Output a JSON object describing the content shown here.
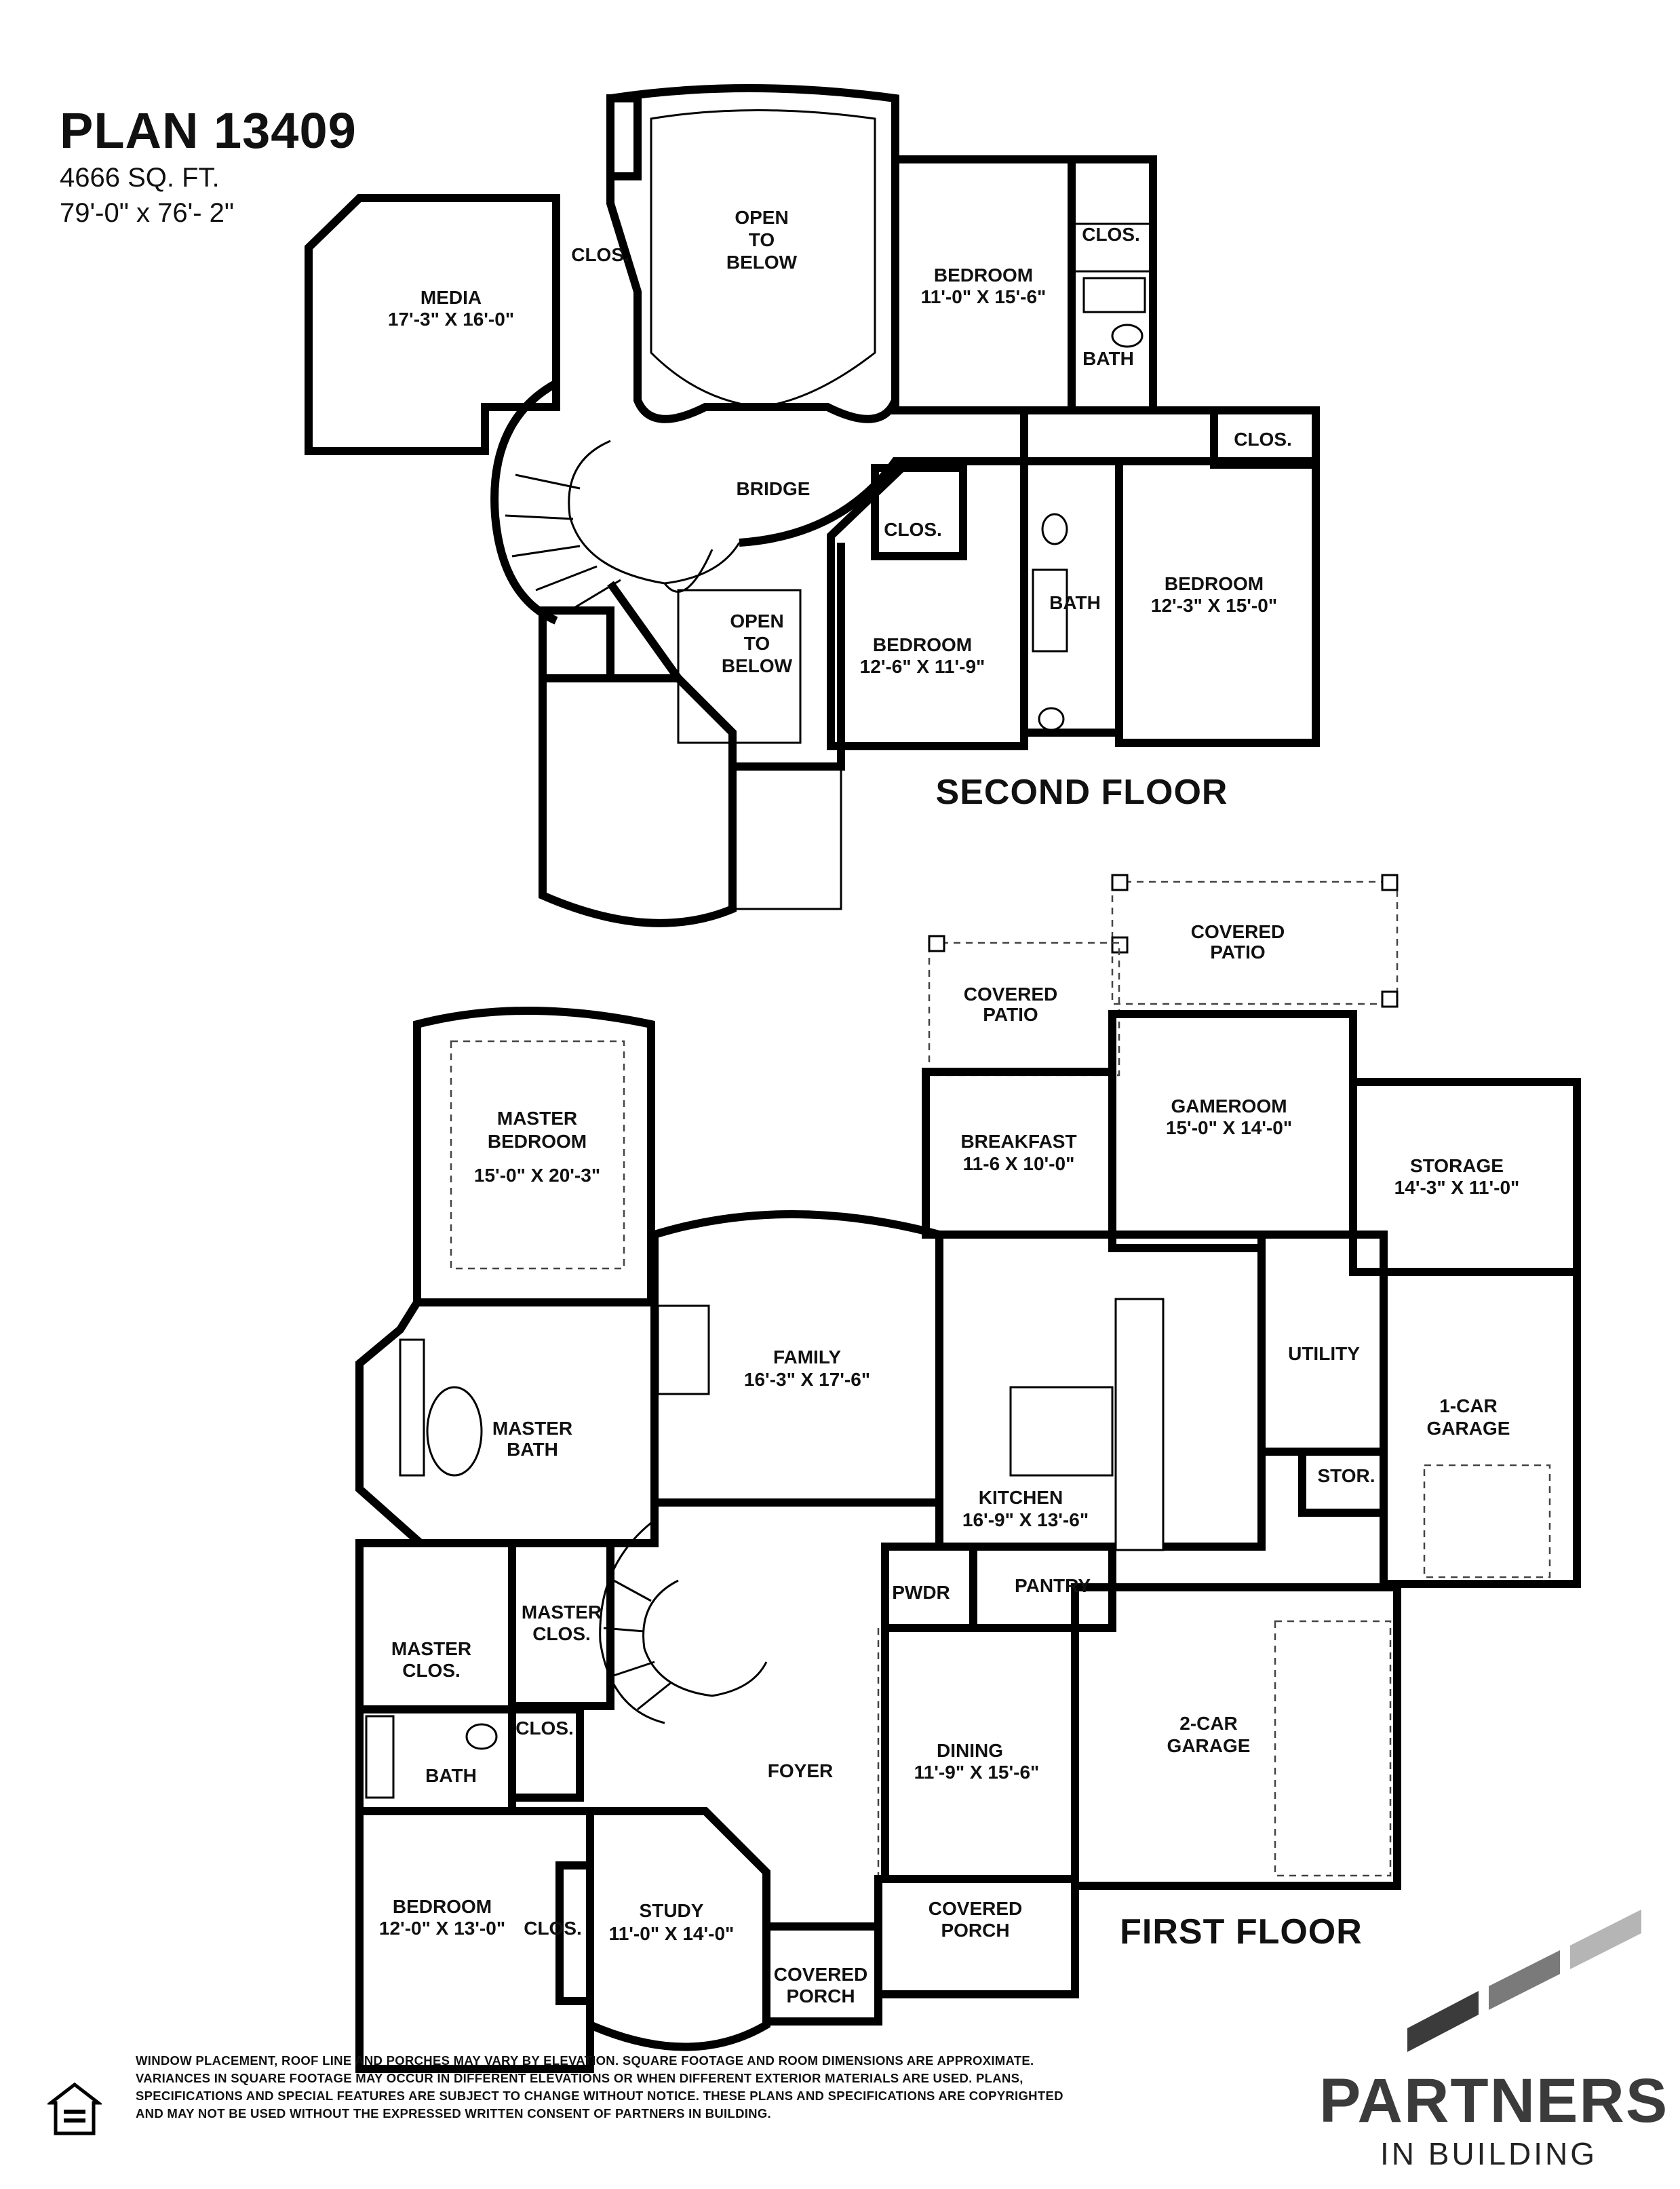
{
  "plan": {
    "title": "PLAN 13409",
    "sqft": "4666 SQ. FT.",
    "dimensions": "79'-0\" x 76'- 2\""
  },
  "second_floor": {
    "label": "SECOND FLOOR",
    "rooms": {
      "media": {
        "name": "MEDIA",
        "size": "17'-3\" X 16'-0\""
      },
      "media_clos": "CLOS.",
      "open_below_1": [
        "OPEN",
        "TO",
        "BELOW"
      ],
      "bedroom_a": {
        "name": "BEDROOM",
        "size": "11'-0\" X 15'-6\""
      },
      "bedroom_a_clos": "CLOS.",
      "bedroom_a_bath": "BATH",
      "bridge": "BRIDGE",
      "clos_right": "CLOS.",
      "clos_mid": "CLOS.",
      "open_below_2": [
        "OPEN",
        "TO",
        "BELOW"
      ],
      "bedroom_b": {
        "name": "BEDROOM",
        "size": "12'-6\" X 11'-9\""
      },
      "bath_mid": "BATH",
      "bedroom_c": {
        "name": "BEDROOM",
        "size": "12'-3\" X 15'-0\""
      }
    }
  },
  "first_floor": {
    "label": "FIRST FLOOR",
    "rooms": {
      "covered_patio_1": [
        "COVERED",
        "PATIO"
      ],
      "covered_patio_2": [
        "COVERED",
        "PATIO"
      ],
      "master_bedroom": {
        "name": [
          "MASTER",
          "BEDROOM"
        ],
        "size": "15'-0\" X 20'-3\""
      },
      "breakfast": {
        "name": "BREAKFAST",
        "size": "11-6 X 10'-0\""
      },
      "gameroom": {
        "name": "GAMEROOM",
        "size": "15'-0\" X 14'-0\""
      },
      "storage": {
        "name": "STORAGE",
        "size": "14'-3\" X 11'-0\""
      },
      "family": {
        "name": "FAMILY",
        "size": "16'-3\" X 17'-6\""
      },
      "utility": "UTILITY",
      "one_car_garage": [
        "1-CAR",
        "GARAGE"
      ],
      "master_bath": [
        "MASTER",
        "BATH"
      ],
      "kitchen": {
        "name": "KITCHEN",
        "size": "16'-9\" X 13'-6\""
      },
      "stor": "STOR.",
      "pwdr": "PWDR",
      "pantry": "PANTRY",
      "master_clos_1": [
        "MASTER",
        "CLOS."
      ],
      "master_clos_2": [
        "MASTER",
        "CLOS."
      ],
      "clos": "CLOS.",
      "bath": "BATH",
      "foyer": "FOYER",
      "dining": {
        "name": "DINING",
        "size": "11'-9\" X 15'-6\""
      },
      "two_car_garage": [
        "2-CAR",
        "GARAGE"
      ],
      "bedroom": {
        "name": "BEDROOM",
        "size": "12'-0\" X 13'-0\""
      },
      "bedroom_clos": "CLOS.",
      "study": {
        "name": "STUDY",
        "size": "11'-0\" X 14'-0\""
      },
      "covered_porch_1": [
        "COVERED",
        "PORCH"
      ],
      "covered_porch_2": [
        "COVERED",
        "PORCH"
      ]
    }
  },
  "disclaimer": [
    "WINDOW PLACEMENT, ROOF LINE AND PORCHES MAY VARY BY ELEVATION.  SQUARE FOOTAGE AND ROOM DIMENSIONS ARE APPROXIMATE.",
    "VARIANCES IN SQUARE FOOTAGE MAY OCCUR IN DIFFERENT ELEVATIONS OR  WHEN DIFFERENT EXTERIOR MATERIALS ARE USED.  PLANS,",
    "SPECIFICATIONS AND SPECIAL FEATURES ARE SUBJECT TO CHANGE WITHOUT NOTICE.  THESE PLANS AND SPECIFICATIONS ARE COPYRIGHTED",
    "AND MAY NOT BE USED  WITHOUT THE EXPRESSED WRITTEN CONSENT OF PARTNERS IN BUILDING."
  ],
  "logo": {
    "name": "PARTNERS",
    "sub": "IN BUILDING",
    "colors": {
      "dark": "#3b3b3b",
      "mid": "#7a7a7a",
      "light": "#b5b5b5"
    }
  },
  "equal_housing": "EQUAL HOUSING OPPORTUNITY"
}
